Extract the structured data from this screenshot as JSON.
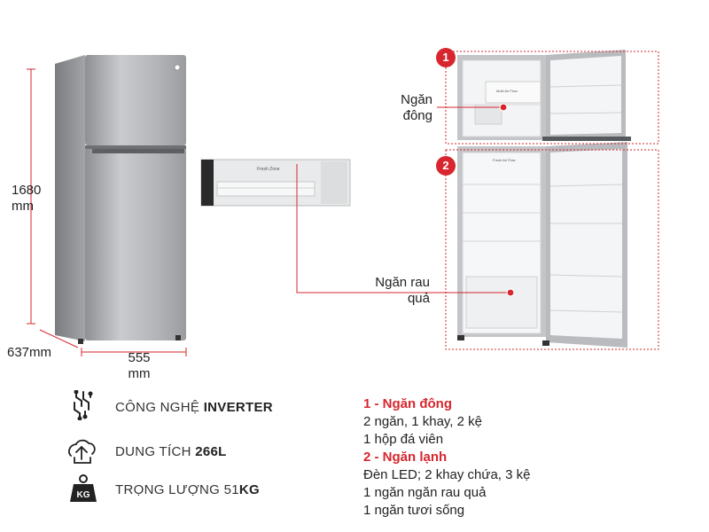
{
  "dimensions": {
    "height_value": "1680",
    "height_unit": "mm",
    "depth": "637mm",
    "width_value": "555",
    "width_unit": "mm"
  },
  "callouts": {
    "freezer_line1": "Ngăn",
    "freezer_line2": "đông",
    "crisper_line1": "Ngăn rau",
    "crisper_line2": "quả"
  },
  "badges": {
    "freezer": "1",
    "fridge": "2"
  },
  "features": [
    {
      "icon": "inverter-chip-icon",
      "label": "CÔNG NGHỆ ",
      "value": "INVERTER"
    },
    {
      "icon": "capacity-icon",
      "label": "DUNG TÍCH ",
      "value": "266L"
    },
    {
      "icon": "weight-kg-icon",
      "label": "TRỌNG LƯỢNG 51",
      "value": "KG",
      "badge": "KG"
    }
  ],
  "specs": {
    "freezer": {
      "title": "1 - Ngăn đông",
      "lines": [
        "2 ngăn, 1 khay, 2 kệ",
        "1 hộp đá viên"
      ]
    },
    "fridge": {
      "title": "2 - Ngăn lạnh",
      "lines": [
        "Đèn LED; 2 khay chứa, 3 kệ",
        "1 ngăn ngăn rau quả",
        "1 ngăn tươi sống"
      ]
    }
  },
  "colors": {
    "accent": "#d7262e",
    "steel": "#a9abae"
  }
}
